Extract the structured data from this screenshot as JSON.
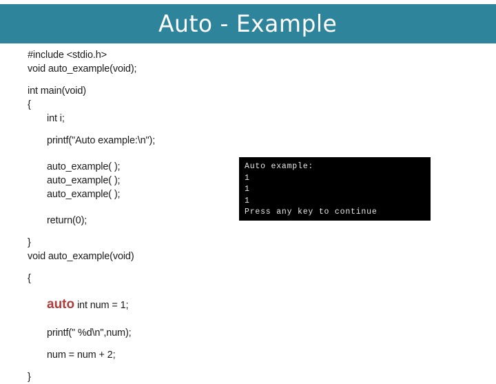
{
  "slide": {
    "title": "Auto - Example",
    "banner_color": "#2E849B",
    "background_color": "#FFFFFF",
    "title_color": "#FFFFFF"
  },
  "code": {
    "keyword_highlight_color": "#B03B3B",
    "text_color": "#1A1A1A",
    "lines": [
      {
        "text": "#include <stdio.h>"
      },
      {
        "text": "void auto_example(void);"
      },
      {
        "text": "int main(void)"
      },
      {
        "text": "{"
      },
      {
        "text": "int i;"
      },
      {
        "text": "printf(\"Auto example:\\n\");"
      },
      {
        "text": "auto_example( );"
      },
      {
        "text": "auto_example( );"
      },
      {
        "text": "auto_example( );"
      },
      {
        "text": "return(0);"
      },
      {
        "text": "}"
      },
      {
        "text": "void auto_example(void)"
      },
      {
        "text": "{"
      },
      {
        "keyword": "auto",
        "rest": " int num = 1;"
      },
      {
        "text": "printf(\" %d\\n\",num);"
      },
      {
        "text": "num = num + 2;"
      },
      {
        "text": "}"
      }
    ]
  },
  "console": {
    "background_color": "#000000",
    "text_color": "#E8E8E8",
    "lines": [
      "Auto example:",
      "1",
      "1",
      "1",
      "Press any key to continue"
    ]
  }
}
